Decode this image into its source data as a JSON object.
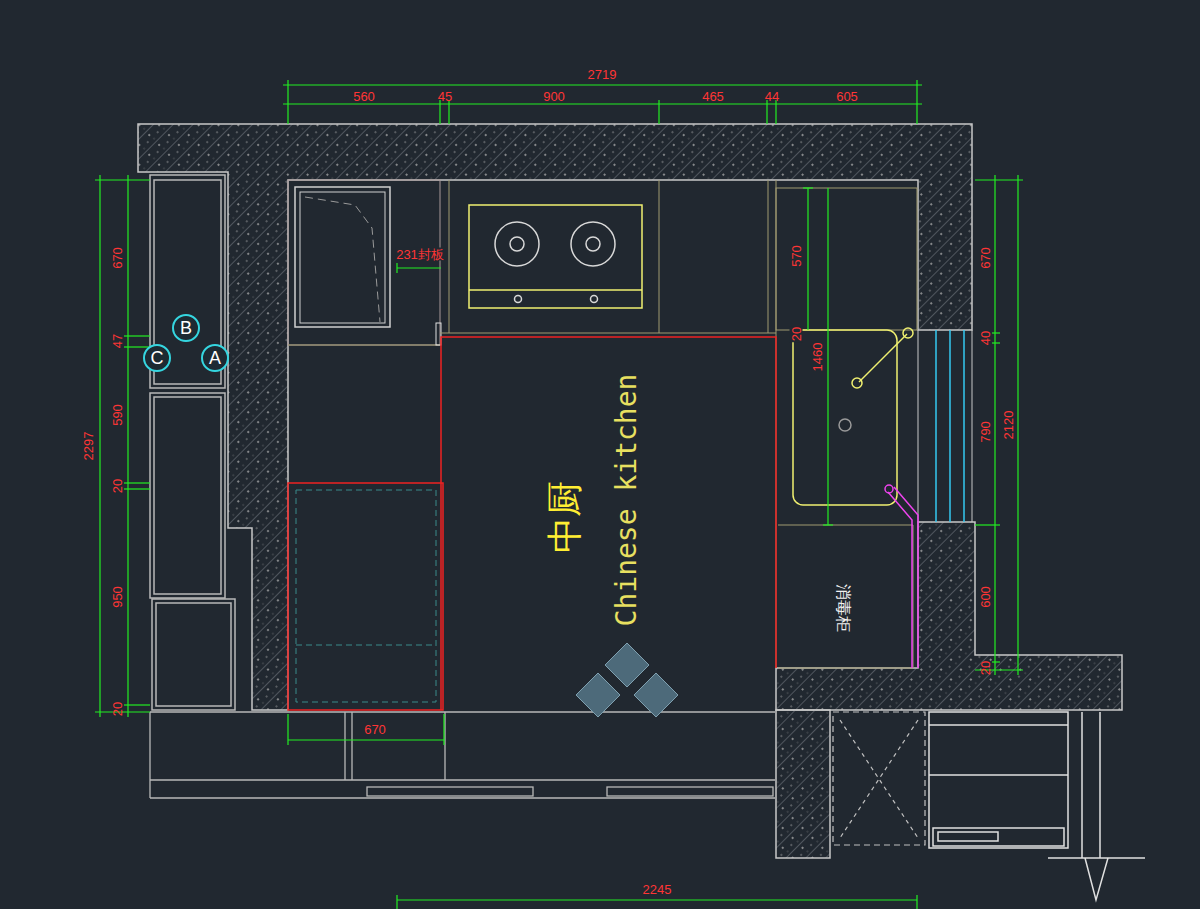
{
  "diagram": {
    "nodes": [
      {
        "text": [
          "中厨",
          "Chinese kitchen"
        ]
      },
      {
        "text": [
          "消毒柜"
        ]
      },
      {
        "text": [
          "B"
        ],
        "in": 0
      },
      {
        "text": [
          "C"
        ],
        "in": 0
      },
      {
        "text": [
          "A"
        ],
        "in": 0
      }
    ],
    "labels": [
      "2719",
      "560",
      "45",
      "900",
      "465",
      "44",
      "605",
      "670",
      "47",
      "590",
      "20",
      "950",
      "20",
      "2297",
      "231封板",
      "570",
      "20",
      "1460",
      "670",
      "40",
      "790",
      "2120",
      "600",
      "20",
      "670",
      "2245"
    ]
  }
}
